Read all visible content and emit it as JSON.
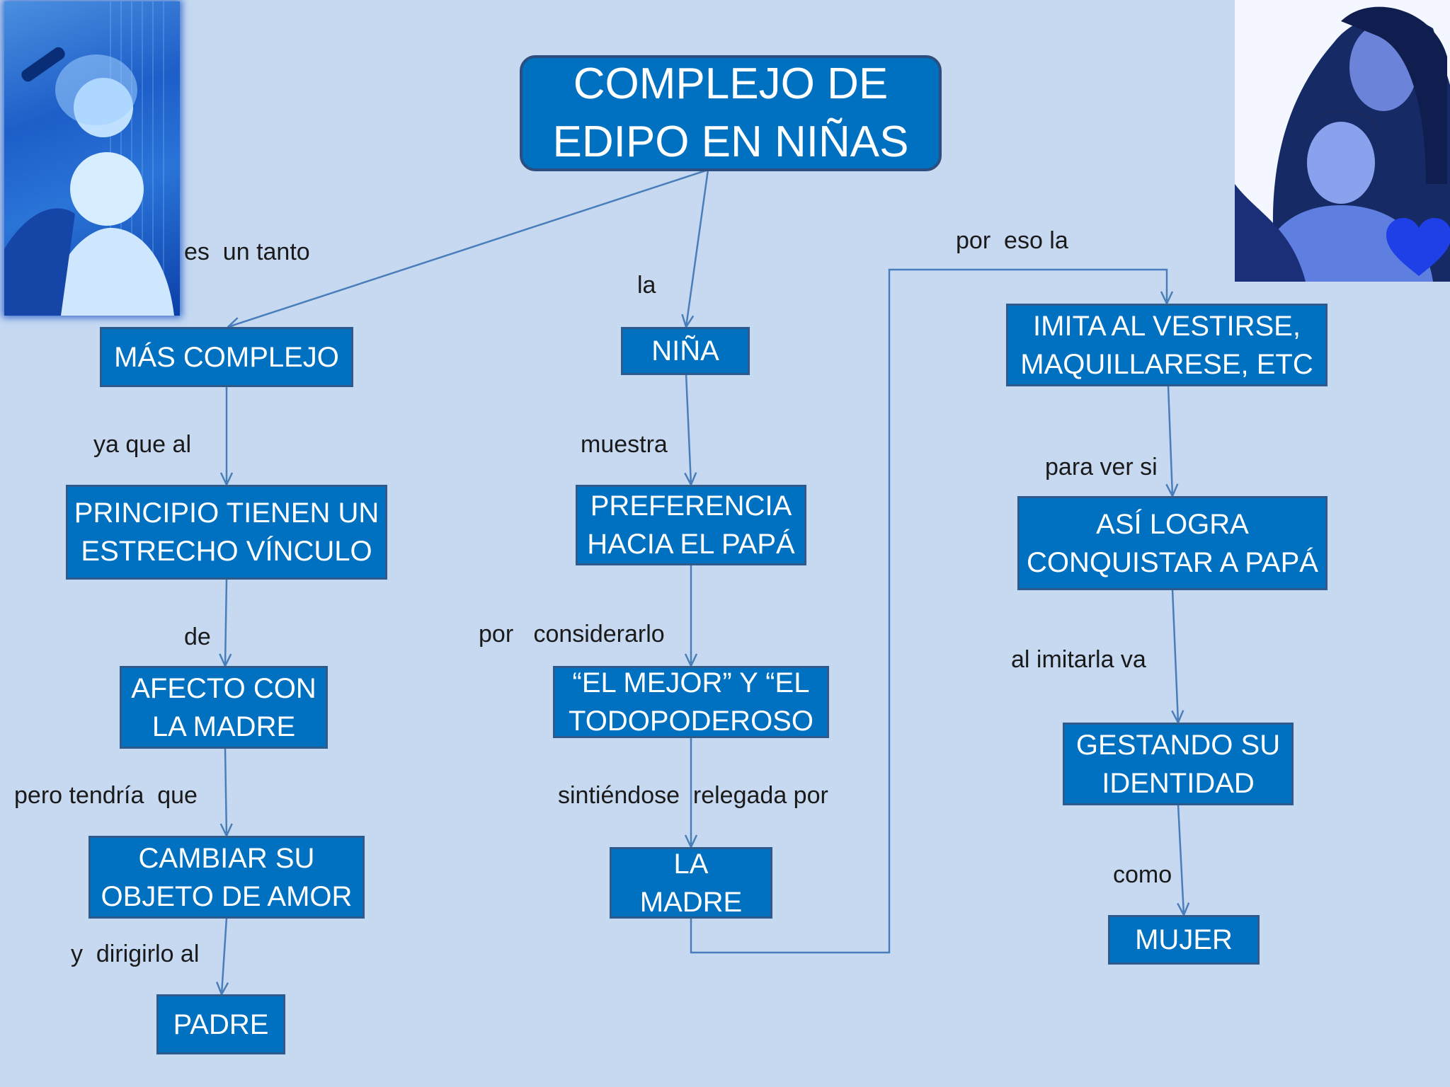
{
  "title": "COMPLEJO DE\nEDIPO EN NIÑAS",
  "nodes": {
    "mas_complejo": "MÁS COMPLEJO",
    "principio": "PRINCIPIO TIENEN UN\nESTRECHO VÍNCULO",
    "afecto": "AFECTO CON\nLA MADRE",
    "cambiar": "CAMBIAR SU\nOBJETO DE AMOR",
    "padre": "PADRE",
    "nina": "NIÑA",
    "preferencia": "PREFERENCIA\nHACIA EL PAPÁ",
    "el_mejor": "“EL MEJOR” Y “EL\nTODOPODEROSO",
    "la_madre": "LA\nMADRE",
    "imita": "IMITA AL VESTIRSE,\nMAQUILLARESE, ETC",
    "asi_logra": "ASÍ LOGRA\nCONQUISTAR A PAPÁ",
    "gestando": "GESTANDO SU\nIDENTIDAD",
    "mujer": "MUJER"
  },
  "labels": {
    "es_un_tanto": "es  un tanto",
    "la": "la",
    "por_eso_la": "por  eso la",
    "ya_que_al": "ya que al",
    "muestra": "muestra",
    "para_ver_si": "para ver si",
    "de": "de",
    "por_considerarlo": "por   considerarlo",
    "al_imitarla_va": "al imitarla va",
    "pero_tendria_que": "pero tendría  que",
    "sintiendose": "sintiéndose  relegada por",
    "como": "como",
    "y_dirigirlo_al": "y  dirigirlo al"
  },
  "images": {
    "left_photo": "mother-brushing-daughter-hair-photo",
    "right_photo": "father-and-daughter-photo",
    "heart": "heart-icon"
  },
  "colors": {
    "background": "#c6d9f1",
    "node_fill": "#0070c0",
    "node_border": "#2f5a8c",
    "connector": "#4a7ebb"
  }
}
